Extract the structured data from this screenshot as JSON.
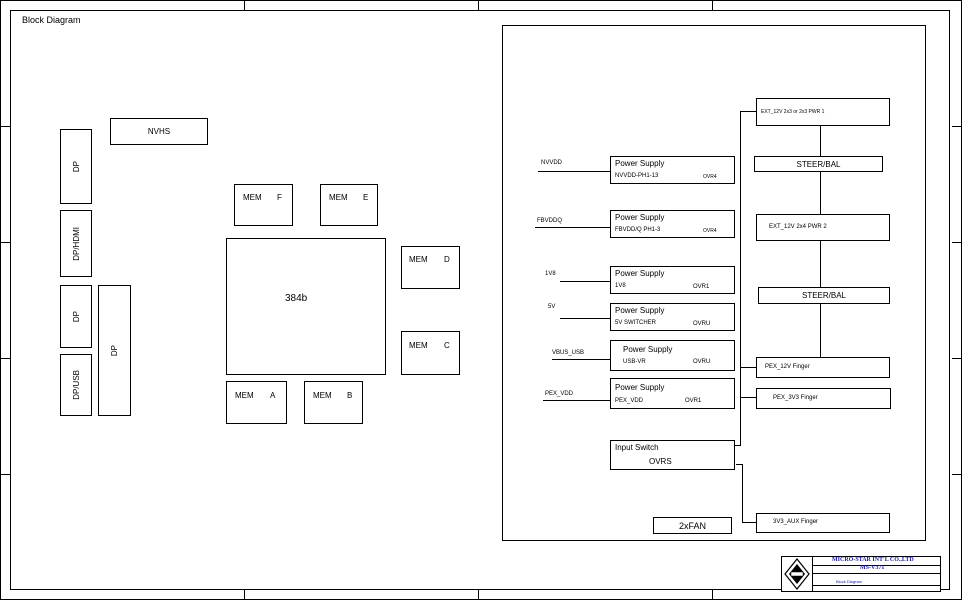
{
  "page": {
    "title": "Block Diagram"
  },
  "connectors": {
    "dp_1": "DP",
    "dp_hdmi": "DP/HDMI",
    "dp_2": "DP",
    "dp_usb": "DP/USB",
    "dp_3": "DP"
  },
  "nvhs": "NVHS",
  "gpu": "384b",
  "memory": {
    "a": {
      "name": "MEM",
      "id": "A"
    },
    "b": {
      "name": "MEM",
      "id": "B"
    },
    "c": {
      "name": "MEM",
      "id": "C"
    },
    "d": {
      "name": "MEM",
      "id": "D"
    },
    "e": {
      "name": "MEM",
      "id": "E"
    },
    "f": {
      "name": "MEM",
      "id": "F"
    }
  },
  "power": {
    "rails": [
      {
        "rail": "NVVDD",
        "title": "Power Supply",
        "desc": "NVVDD-PH1-13",
        "ctrl": "OVR4"
      },
      {
        "rail": "FBVDDQ",
        "title": "Power Supply",
        "desc": "FBVDD/Q PH1-3",
        "ctrl": "OVR4"
      },
      {
        "rail": "1V8",
        "title": "Power Supply",
        "desc": "1V8",
        "ctrl": "OVR1"
      },
      {
        "rail": "5V",
        "title": "Power Supply",
        "desc": "5V SWITCHER",
        "ctrl": "OVRU"
      },
      {
        "rail": "VBUS_USB",
        "title": "Power Supply",
        "desc": "USB-VR",
        "ctrl": "OVRU"
      },
      {
        "rail": "PEX_VDD",
        "title": "Power Supply",
        "desc": "PEX_VDD",
        "ctrl": "OVR1"
      }
    ],
    "input_switch": {
      "title": "Input Switch",
      "ctrl": "OVRS"
    },
    "fan": "2xFAN",
    "sources": {
      "ext1": "EXT_12V 2x3 or 2x3 PWR 1",
      "steer1": "STEER/BAL",
      "ext2": "EXT_12V 2x4 PWR 2",
      "steer2": "STEER/BAL",
      "pex12": "PEX_12V Finger",
      "pex3v3": "PEX_3V3 Finger",
      "aux": "3V3_AUX Finger"
    }
  },
  "title_block": {
    "company": "MICRO-STAR INT'L CO.,LTD",
    "model": "MS-V371",
    "doc_label": "Block Diagram"
  }
}
